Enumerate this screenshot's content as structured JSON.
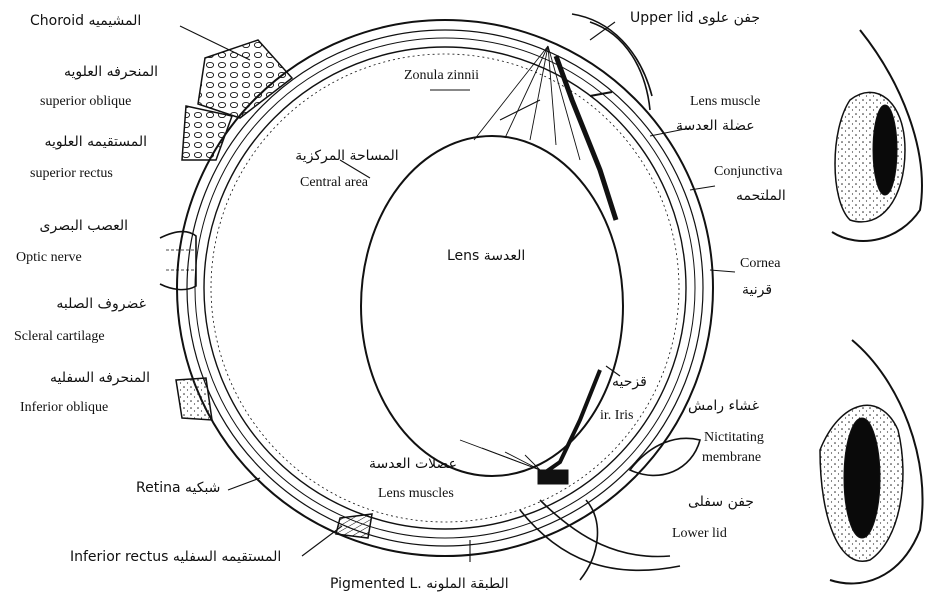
{
  "labels": {
    "choroid": "Choroid المشيميه",
    "superior_oblique_ar": "المنحرفه العلويه",
    "superior_oblique_en": "superior oblique",
    "superior_rectus_ar": "المستقيمه العلويه",
    "superior_rectus_en": "superior rectus",
    "optic_nerve_ar": "العصب البصرى",
    "optic_nerve_en": "Optic nerve",
    "scleral_cartilage_ar": "غضروف الصلبه",
    "scleral_cartilage_en": "Scleral cartilage",
    "inferior_oblique_ar": "المنحرفه السفليه",
    "inferior_oblique_en": "Inferior oblique",
    "retina": "Retina شبكيه",
    "inferior_rectus": "Inferior rectus المستقيمه السفليه",
    "pigmented_layer": "Pigmented L. الطبقة الملونه",
    "lens_muscles_ar": "عضلات العدسة",
    "lens_muscles_en": "Lens muscles",
    "central_area_ar": "المساحة المركزية",
    "central_area_en": "Central area",
    "zonula": "Zonula zinnii",
    "lens": "العدسة Lens",
    "upper_lid": "جفن علوى Upper lid",
    "lens_muscle_en": "Lens muscle",
    "lens_muscle_ar": "عضلة العدسة",
    "conjunctiva_en": "Conjunctiva",
    "conjunctiva_ar": "الملتحمه",
    "cornea_en": "Cornea",
    "cornea_ar": "قرنية",
    "iris_ar": "قزحيه",
    "iris_en": "ir. Iris",
    "nictitating_ar": "غشاء رامش",
    "nictitating_en_1": "Nictitating",
    "nictitating_en_2": "membrane",
    "lower_lid_ar": "جفن سفلى",
    "lower_lid_en": "Lower lid"
  },
  "colors": {
    "ink": "#111111",
    "paper": "#ffffff",
    "pupil": "#0a0a0a"
  }
}
